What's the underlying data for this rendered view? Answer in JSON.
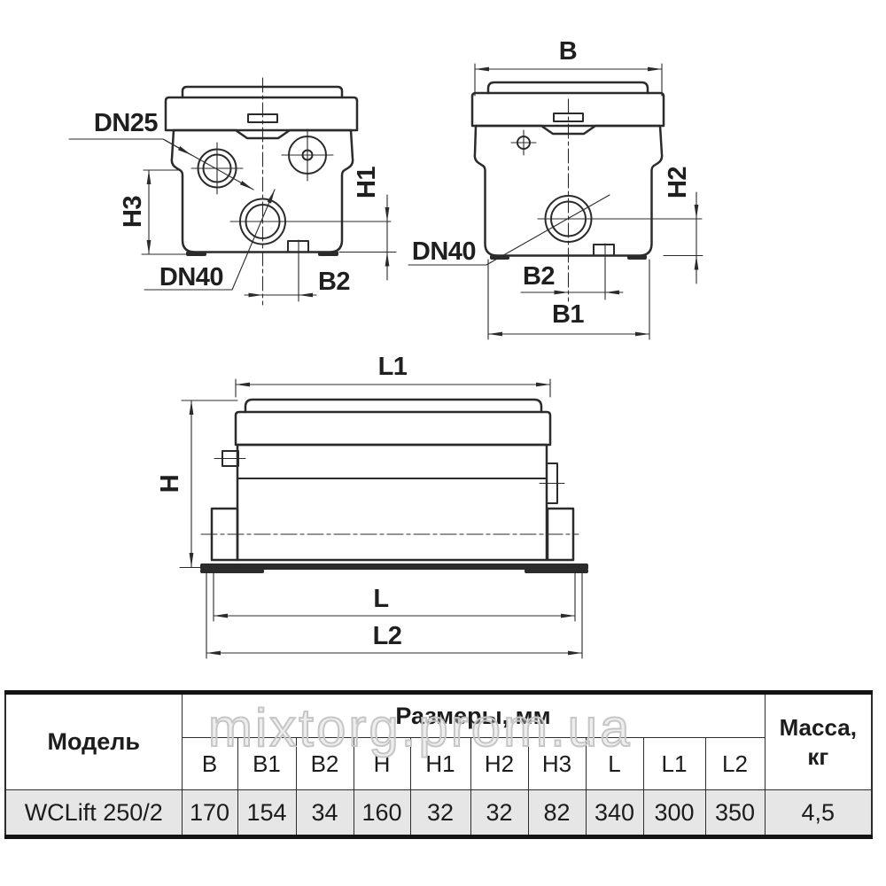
{
  "drawing": {
    "labels": {
      "b": "B",
      "b1": "B1",
      "b2": "B2",
      "h": "H",
      "h1": "H1",
      "h2": "H2",
      "h3": "H3",
      "l": "L",
      "l1": "L1",
      "l2": "L2",
      "dn25": "DN25",
      "dn40": "DN40"
    }
  },
  "table": {
    "model_header": "Модель",
    "dims_header": "Размеры, мм",
    "mass_header_line1": "Масса,",
    "mass_header_line2": "кг",
    "dim_columns": [
      "B",
      "B1",
      "B2",
      "H",
      "H1",
      "H2",
      "H3",
      "L",
      "L1",
      "L2"
    ],
    "rows": [
      {
        "model": "WCLift 250/2",
        "values": [
          "170",
          "154",
          "34",
          "160",
          "32",
          "32",
          "82",
          "340",
          "300",
          "350"
        ],
        "mass": "4,5"
      }
    ]
  },
  "watermark": "mixtorg.prom.ua",
  "colors": {
    "line": "#2b2b2b",
    "text": "#1f1f1f",
    "table_row_bg": "#e6e6e6",
    "watermark_stroke": "#c6c6c6"
  }
}
